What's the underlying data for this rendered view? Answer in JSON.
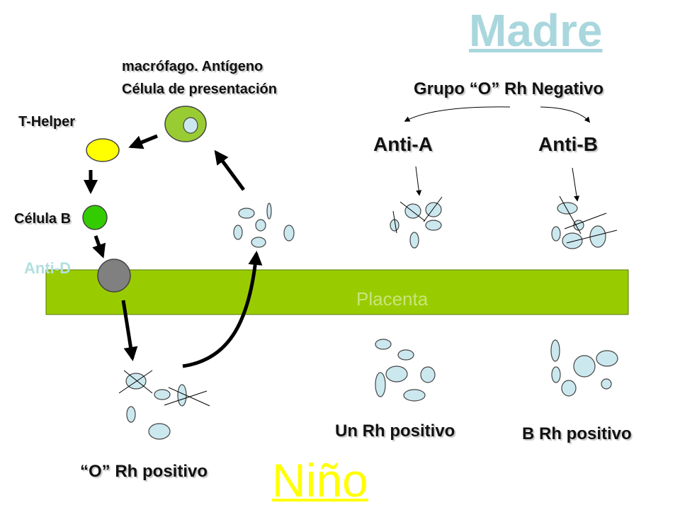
{
  "madre_title": "Madre",
  "nino_title": "Niño",
  "macrofago_line1": "macrófago. Antígeno",
  "macrofago_line2": "Célula de presentación",
  "t_helper_label": "T-Helper",
  "celula_b_label": "Célula B",
  "anti_d_label": "Anti-D",
  "placenta_label": "Placenta",
  "grupo_label": "Grupo “O” Rh Negativo",
  "anti_a_label": "Anti-A",
  "anti_b_label": "Anti-B",
  "un_rh_label": "Un Rh positivo",
  "b_rh_label": "B Rh positivo",
  "o_rh_label": "“O” Rh positivo",
  "colors": {
    "placenta": "#99cc00",
    "madre": "#a9d7dd",
    "nino": "#ffff00",
    "t_helper_cell": "#ffff00",
    "b_cell": "#33cc00",
    "anti_d_cell": "#808080",
    "red_cell": "#cce8ef",
    "macrophage": "#99cc33"
  }
}
